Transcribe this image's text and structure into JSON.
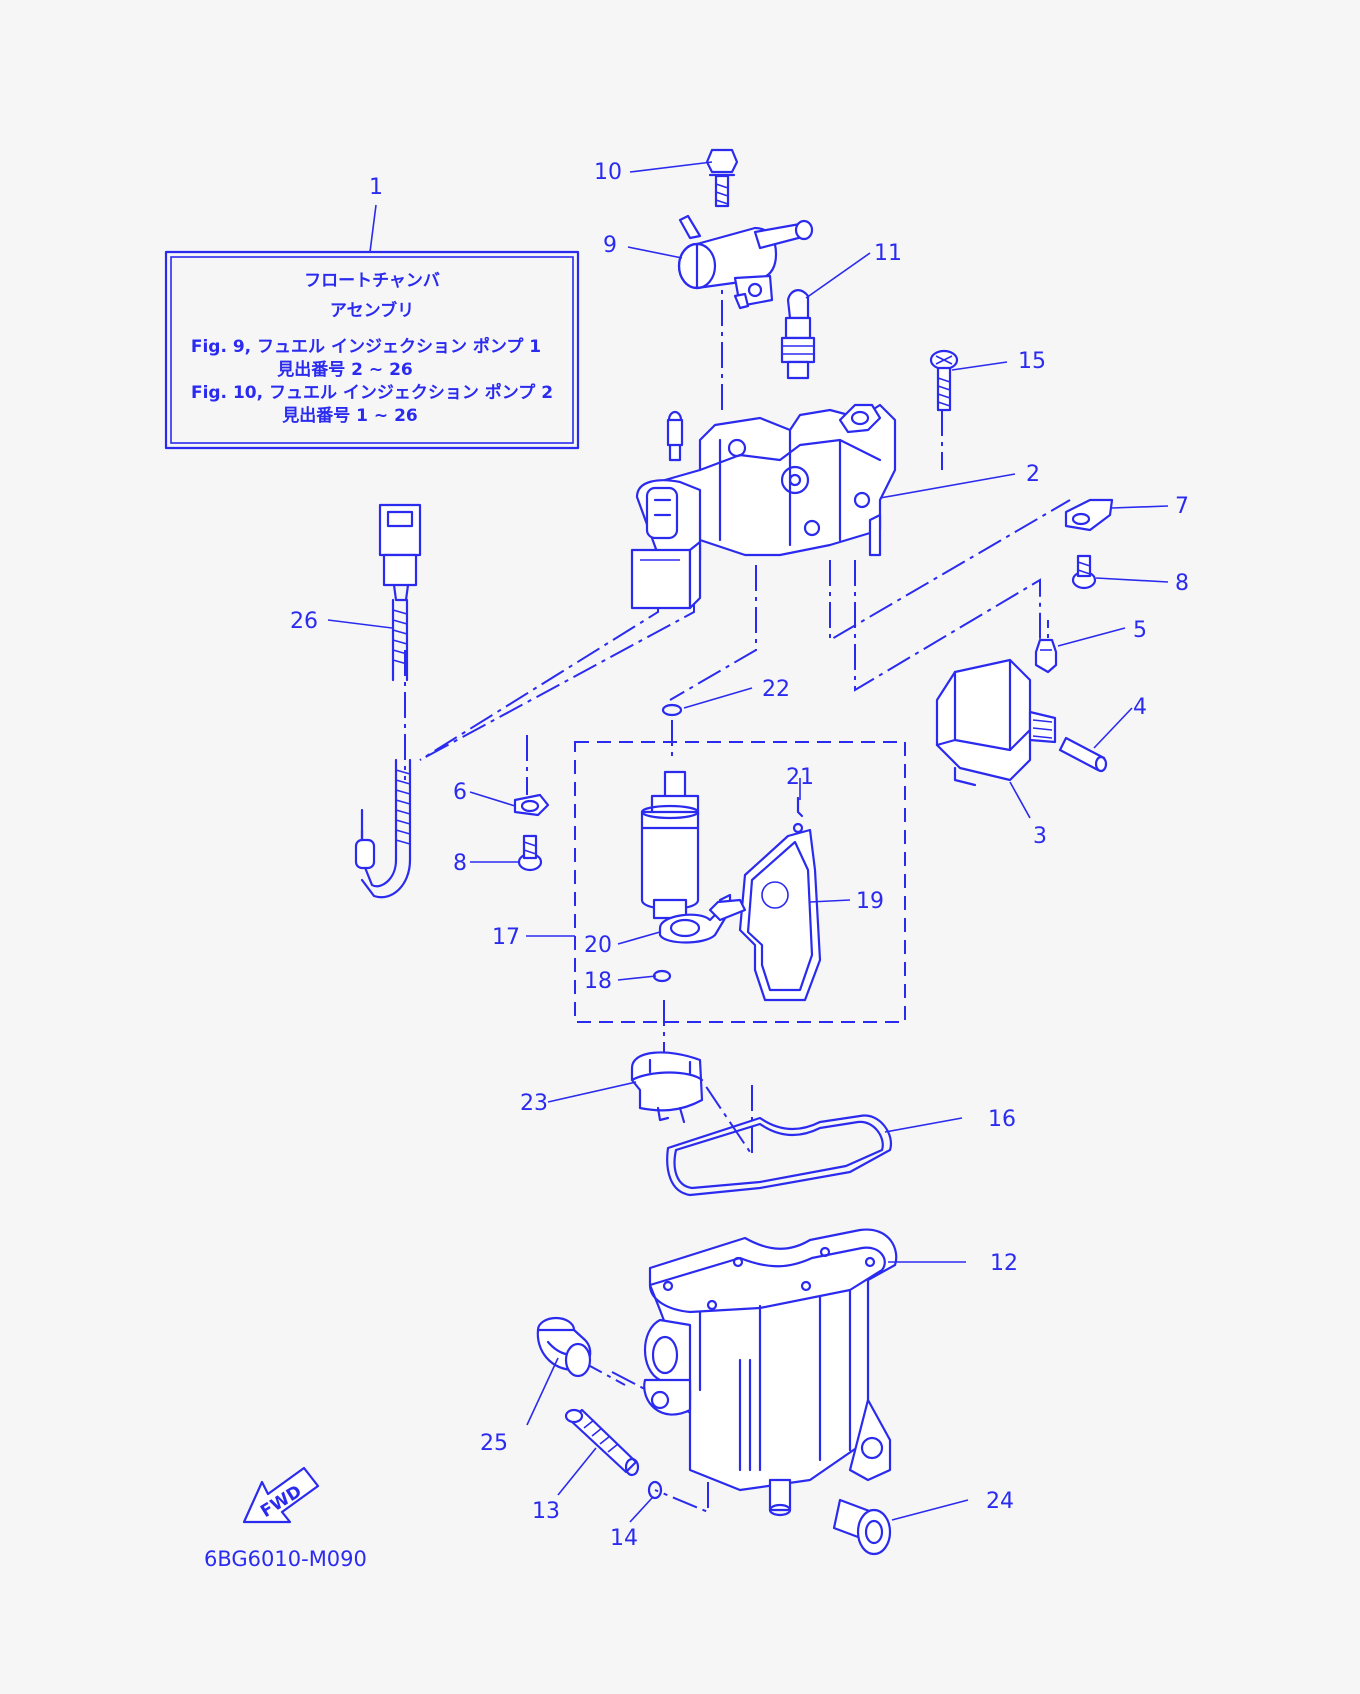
{
  "note_box": {
    "title_line1": "フロートチャンバ",
    "title_line2": "アセンブリ",
    "ref1": "Fig. 9, フュエル インジェクション ポンプ 1",
    "ref1_items": "見出番号 2 ~ 26",
    "ref2": "Fig. 10, フュエル インジェクション ポンプ 2",
    "ref2_items": "見出番号 1 ~ 26"
  },
  "callouts": [
    "1",
    "2",
    "3",
    "4",
    "5",
    "6",
    "7",
    "8",
    "8",
    "9",
    "10",
    "11",
    "12",
    "13",
    "14",
    "15",
    "16",
    "17",
    "18",
    "19",
    "20",
    "21",
    "22",
    "23",
    "24",
    "25",
    "26"
  ],
  "fwd_label": "FWD",
  "drawing_code": "6BG6010-M090",
  "colors": {
    "ink": "#2b2bf0",
    "background": "#f6f6f6"
  }
}
